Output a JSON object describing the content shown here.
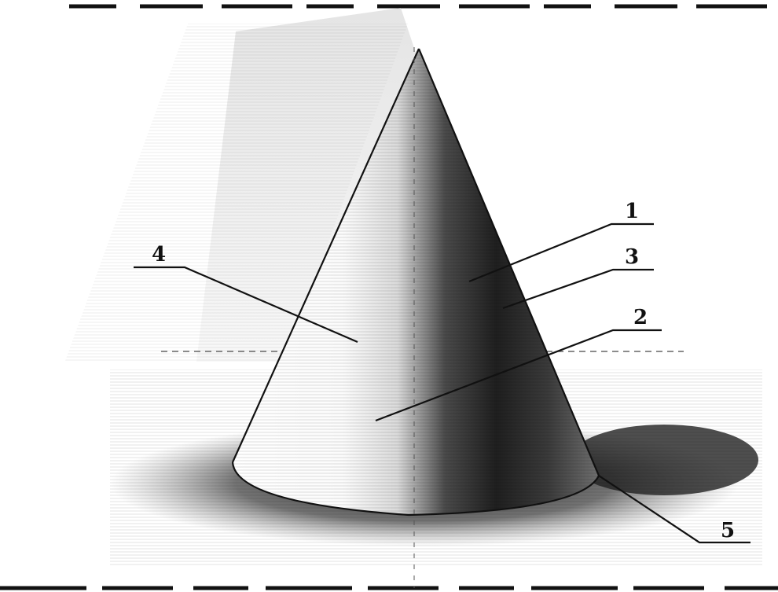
{
  "figure": {
    "subject": "cone",
    "labels": [
      "1",
      "2",
      "3",
      "4",
      "5"
    ],
    "colors": {
      "ink": "#111111",
      "paper": "#ffffff",
      "shade": "#2a2a2a"
    }
  }
}
